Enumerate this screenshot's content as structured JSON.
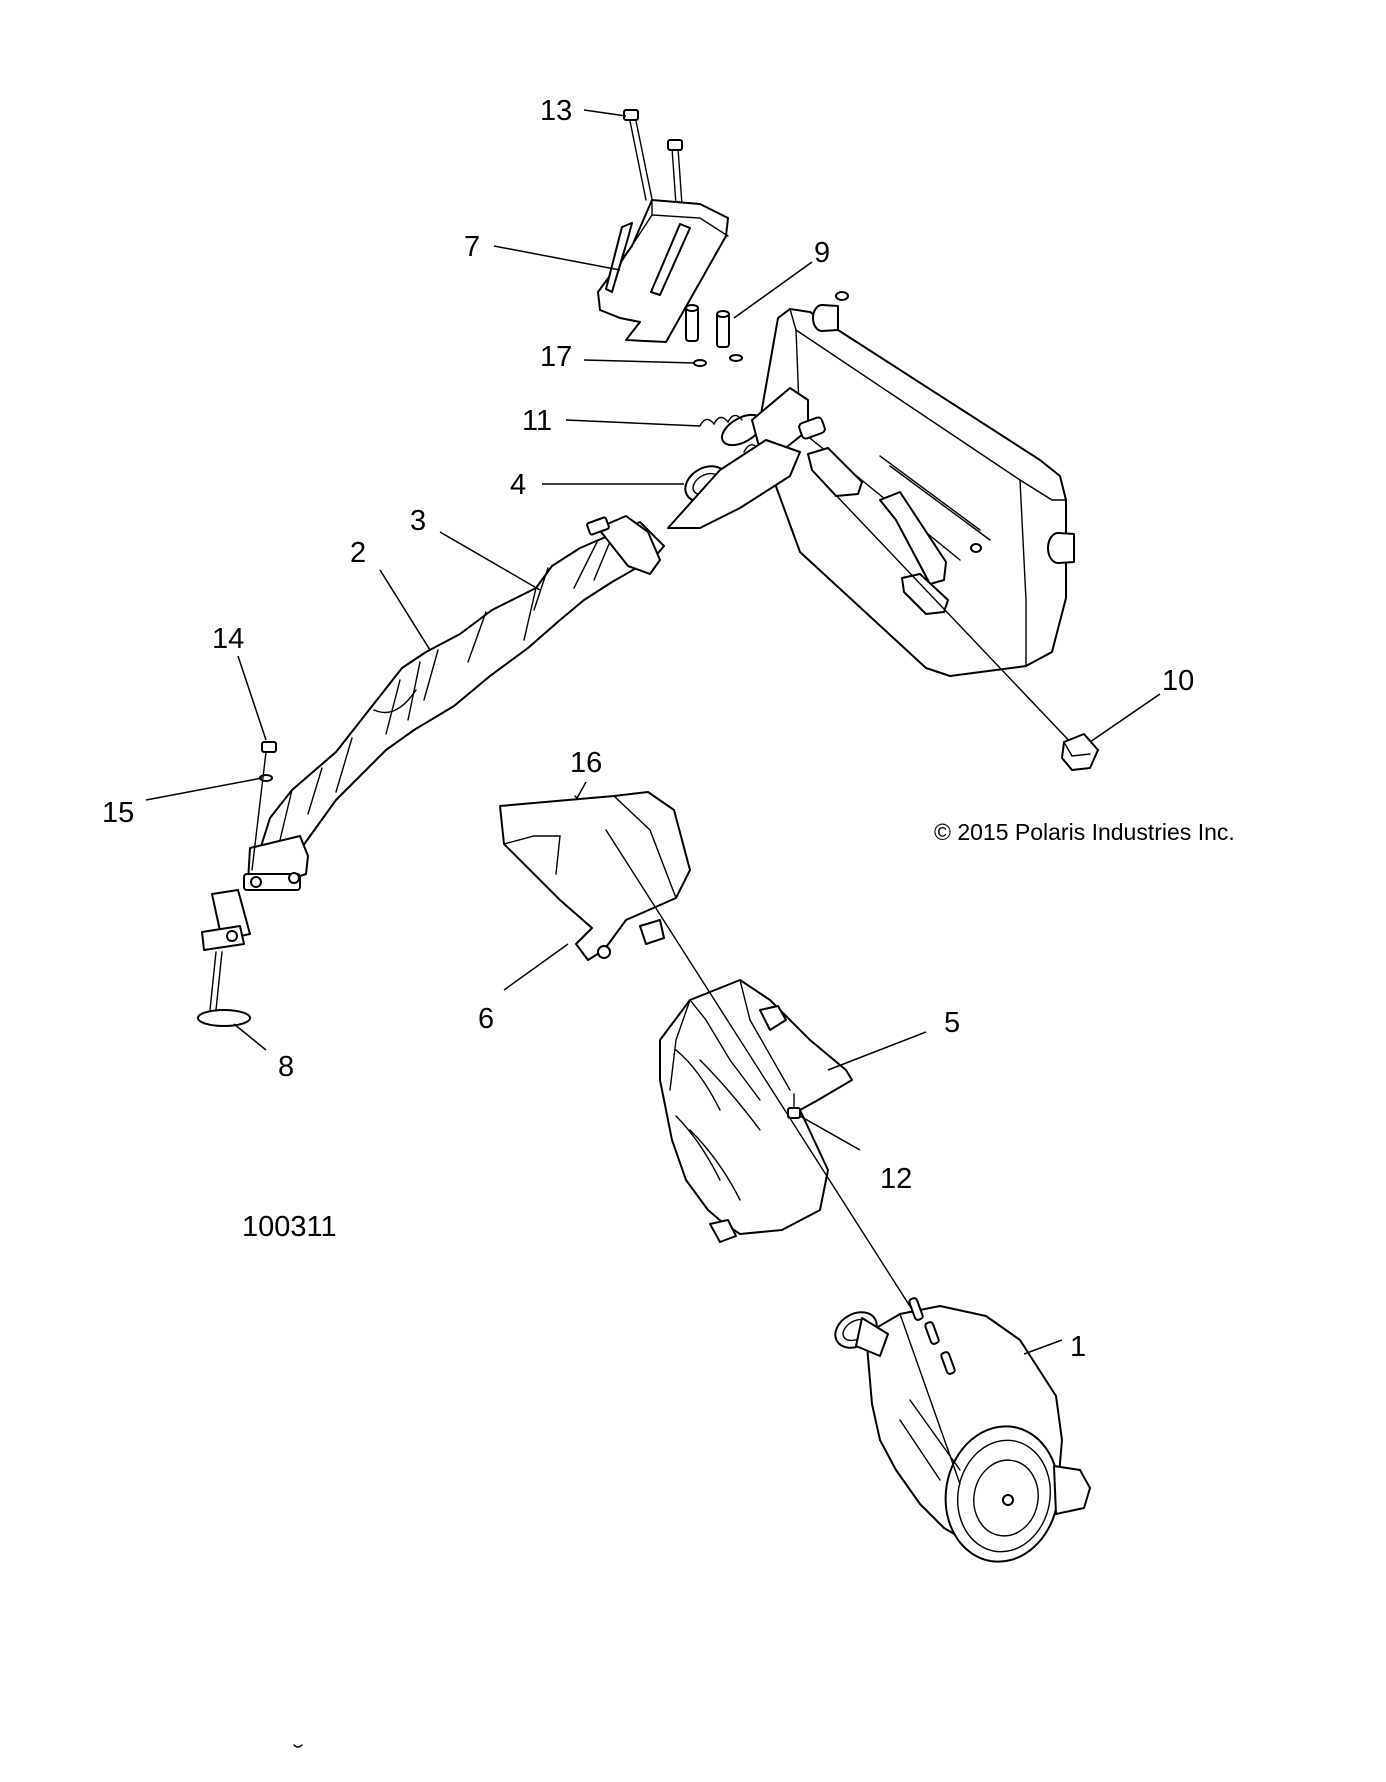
{
  "diagram": {
    "copyright": "© 2015 Polaris Industries Inc.",
    "figure_id": "100311",
    "callouts": {
      "c1": "1",
      "c2": "2",
      "c3": "3",
      "c4": "4",
      "c5": "5",
      "c6": "6",
      "c7": "7",
      "c8": "8",
      "c9": "9",
      "c10": "10",
      "c11": "11",
      "c12": "12",
      "c13": "13",
      "c14": "14",
      "c15": "15",
      "c16": "16",
      "c17": "17"
    }
  }
}
